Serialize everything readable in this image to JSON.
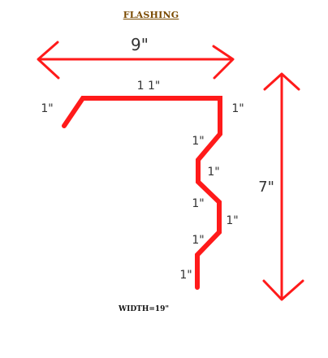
{
  "title": "FLASHING",
  "width_note": "WIDTH=19\"",
  "dimensions": {
    "top_span": "9\"",
    "height_span": "7\"",
    "top_flat": "1 1\"",
    "left_drip": "1\"",
    "right_corner": "1\"",
    "seg_1": "1\"",
    "seg_2": "1\"",
    "seg_3": "1\"",
    "seg_4": "1\"",
    "seg_5": "1\"",
    "seg_6": "1\""
  },
  "colors": {
    "profile": "#ff1a1a",
    "arrows": "#ff1a1a",
    "title": "#7a4a00"
  }
}
